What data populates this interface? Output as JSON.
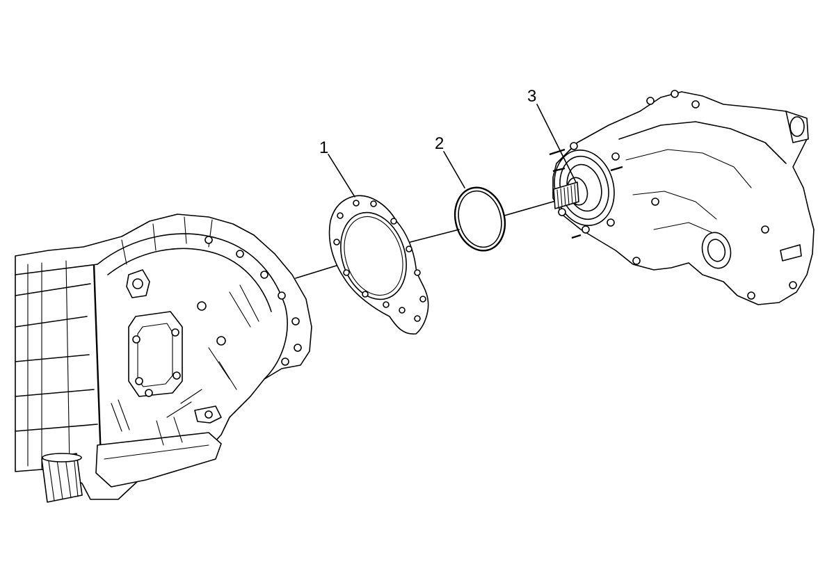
{
  "diagram": {
    "callouts": [
      {
        "id": "1",
        "label": "1",
        "part": "transfer-case-gasket"
      },
      {
        "id": "2",
        "label": "2",
        "part": "seal-ring"
      },
      {
        "id": "3",
        "label": "3",
        "part": "transfer-case-input-shaft"
      }
    ],
    "colors": {
      "line": "#000000",
      "background": "#ffffff"
    }
  }
}
